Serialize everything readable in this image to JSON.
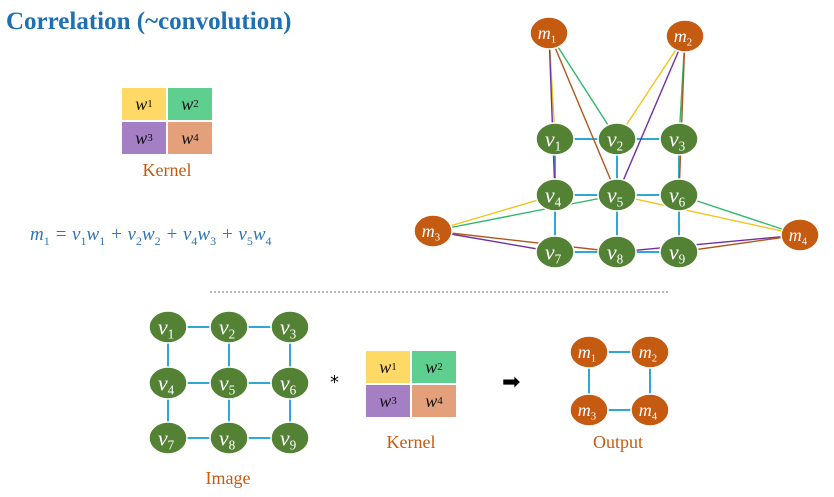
{
  "title": "Correlation (~convolution)",
  "formula": {
    "lhs": "m1",
    "terms": [
      "v1w1",
      "v2w2",
      "v4w3",
      "v5w4"
    ]
  },
  "kernel": {
    "label": "Kernel",
    "cells": [
      {
        "text": "w",
        "sub": "1",
        "color": "#ffd966"
      },
      {
        "text": "w",
        "sub": "2",
        "color": "#5fcf8f"
      },
      {
        "text": "w",
        "sub": "3",
        "color": "#a47fc4"
      },
      {
        "text": "w",
        "sub": "4",
        "color": "#e3a07a"
      }
    ]
  },
  "labels": {
    "image": "Image",
    "kernel_bottom": "Kernel",
    "output": "Output"
  },
  "colors": {
    "v_node": "#548235",
    "m_node": "#c55a11",
    "grid_edge": "#2fa8d8",
    "edge_w1": "#f0c419",
    "edge_w2": "#2fb86b",
    "edge_w3": "#7030a0",
    "edge_w4": "#b0561f"
  },
  "graph_top": {
    "v_nodes": [
      "v1",
      "v2",
      "v3",
      "v4",
      "v5",
      "v6",
      "v7",
      "v8",
      "v9"
    ],
    "m_nodes": [
      "m1",
      "m2",
      "m3",
      "m4"
    ]
  },
  "graph_image": {
    "v_nodes": [
      "v1",
      "v2",
      "v3",
      "v4",
      "v5",
      "v6",
      "v7",
      "v8",
      "v9"
    ]
  },
  "graph_output": {
    "m_nodes": [
      "m1",
      "m2",
      "m3",
      "m4"
    ]
  }
}
